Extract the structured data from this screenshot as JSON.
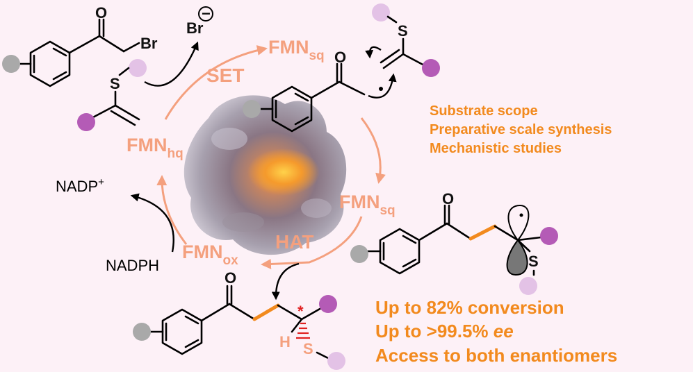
{
  "cycle": {
    "fmn_prefix": "FMN",
    "sub_sq": "sq",
    "sub_hq": "hq",
    "sub_ox": "ox",
    "set_label": "SET",
    "hat_label": "HAT"
  },
  "cofactors": {
    "nadp_text": "NADP",
    "nadp_charge": "+",
    "nadph_text": "NADPH"
  },
  "atoms": {
    "oxygen": "O",
    "bromine": "Br",
    "sulfur": "S",
    "hydrogen": "H",
    "stereo_star": "*",
    "negative_charge": "−"
  },
  "study_points": [
    "Substrate scope",
    "Preparative scale synthesis",
    "Mechanistic studies"
  ],
  "results": {
    "line1": "Up to 82% conversion",
    "line2_prefix": "Up to >99.5% ",
    "line2_italic": "ee",
    "line3": "Access to both enantiomers"
  },
  "colors": {
    "background": "#fdf1f7",
    "cycle_salmon": "#f4a07e",
    "highlight_orange": "#f28a1e",
    "gray_substituent": "#a9a9a9",
    "purple_substituent": "#b45bb6",
    "light_purple_substituent": "#e3c2e6",
    "stereo_red": "#e02020"
  }
}
